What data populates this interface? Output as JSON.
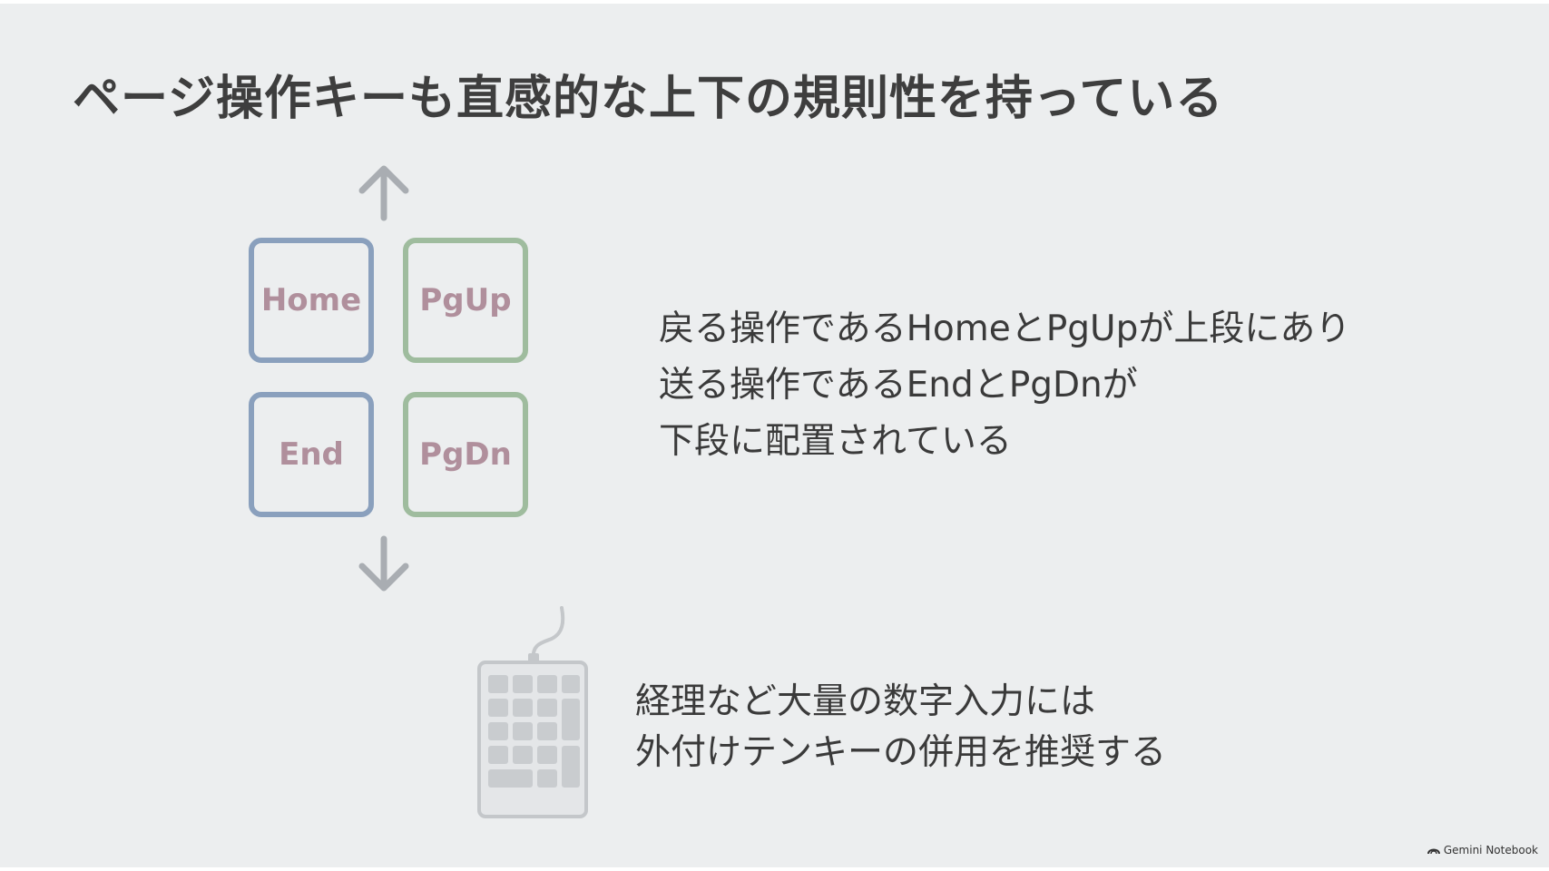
{
  "slide": {
    "title": "ページ操作キーも直感的な上下の規則性を持っている",
    "keys": {
      "home": "Home",
      "pgup": "PgUp",
      "end": "End",
      "pgdn": "PgDn"
    },
    "description_lines": [
      "戻る操作であるHomeとPgUpが上段にあり",
      "送る操作であるEndとPgDnが",
      "下段に配置されている"
    ],
    "tip_lines": [
      "経理など大量の数字入力には",
      "外付けテンキーの併用を推奨する"
    ],
    "brand": "Gemini Notebook"
  },
  "icons": {
    "up": "arrow-up-icon",
    "down": "arrow-down-icon",
    "numpad": "numeric-keypad-icon",
    "brand": "gemini-logo-icon"
  },
  "colors": {
    "background": "#eceeef",
    "title_text": "#3e3e3e",
    "body_text": "#3a3a3a",
    "key_blue_border": "#8aa0bd",
    "key_green_border": "#9fbc9e",
    "key_label": "#b08f9c",
    "arrow": "#a9adb2"
  }
}
